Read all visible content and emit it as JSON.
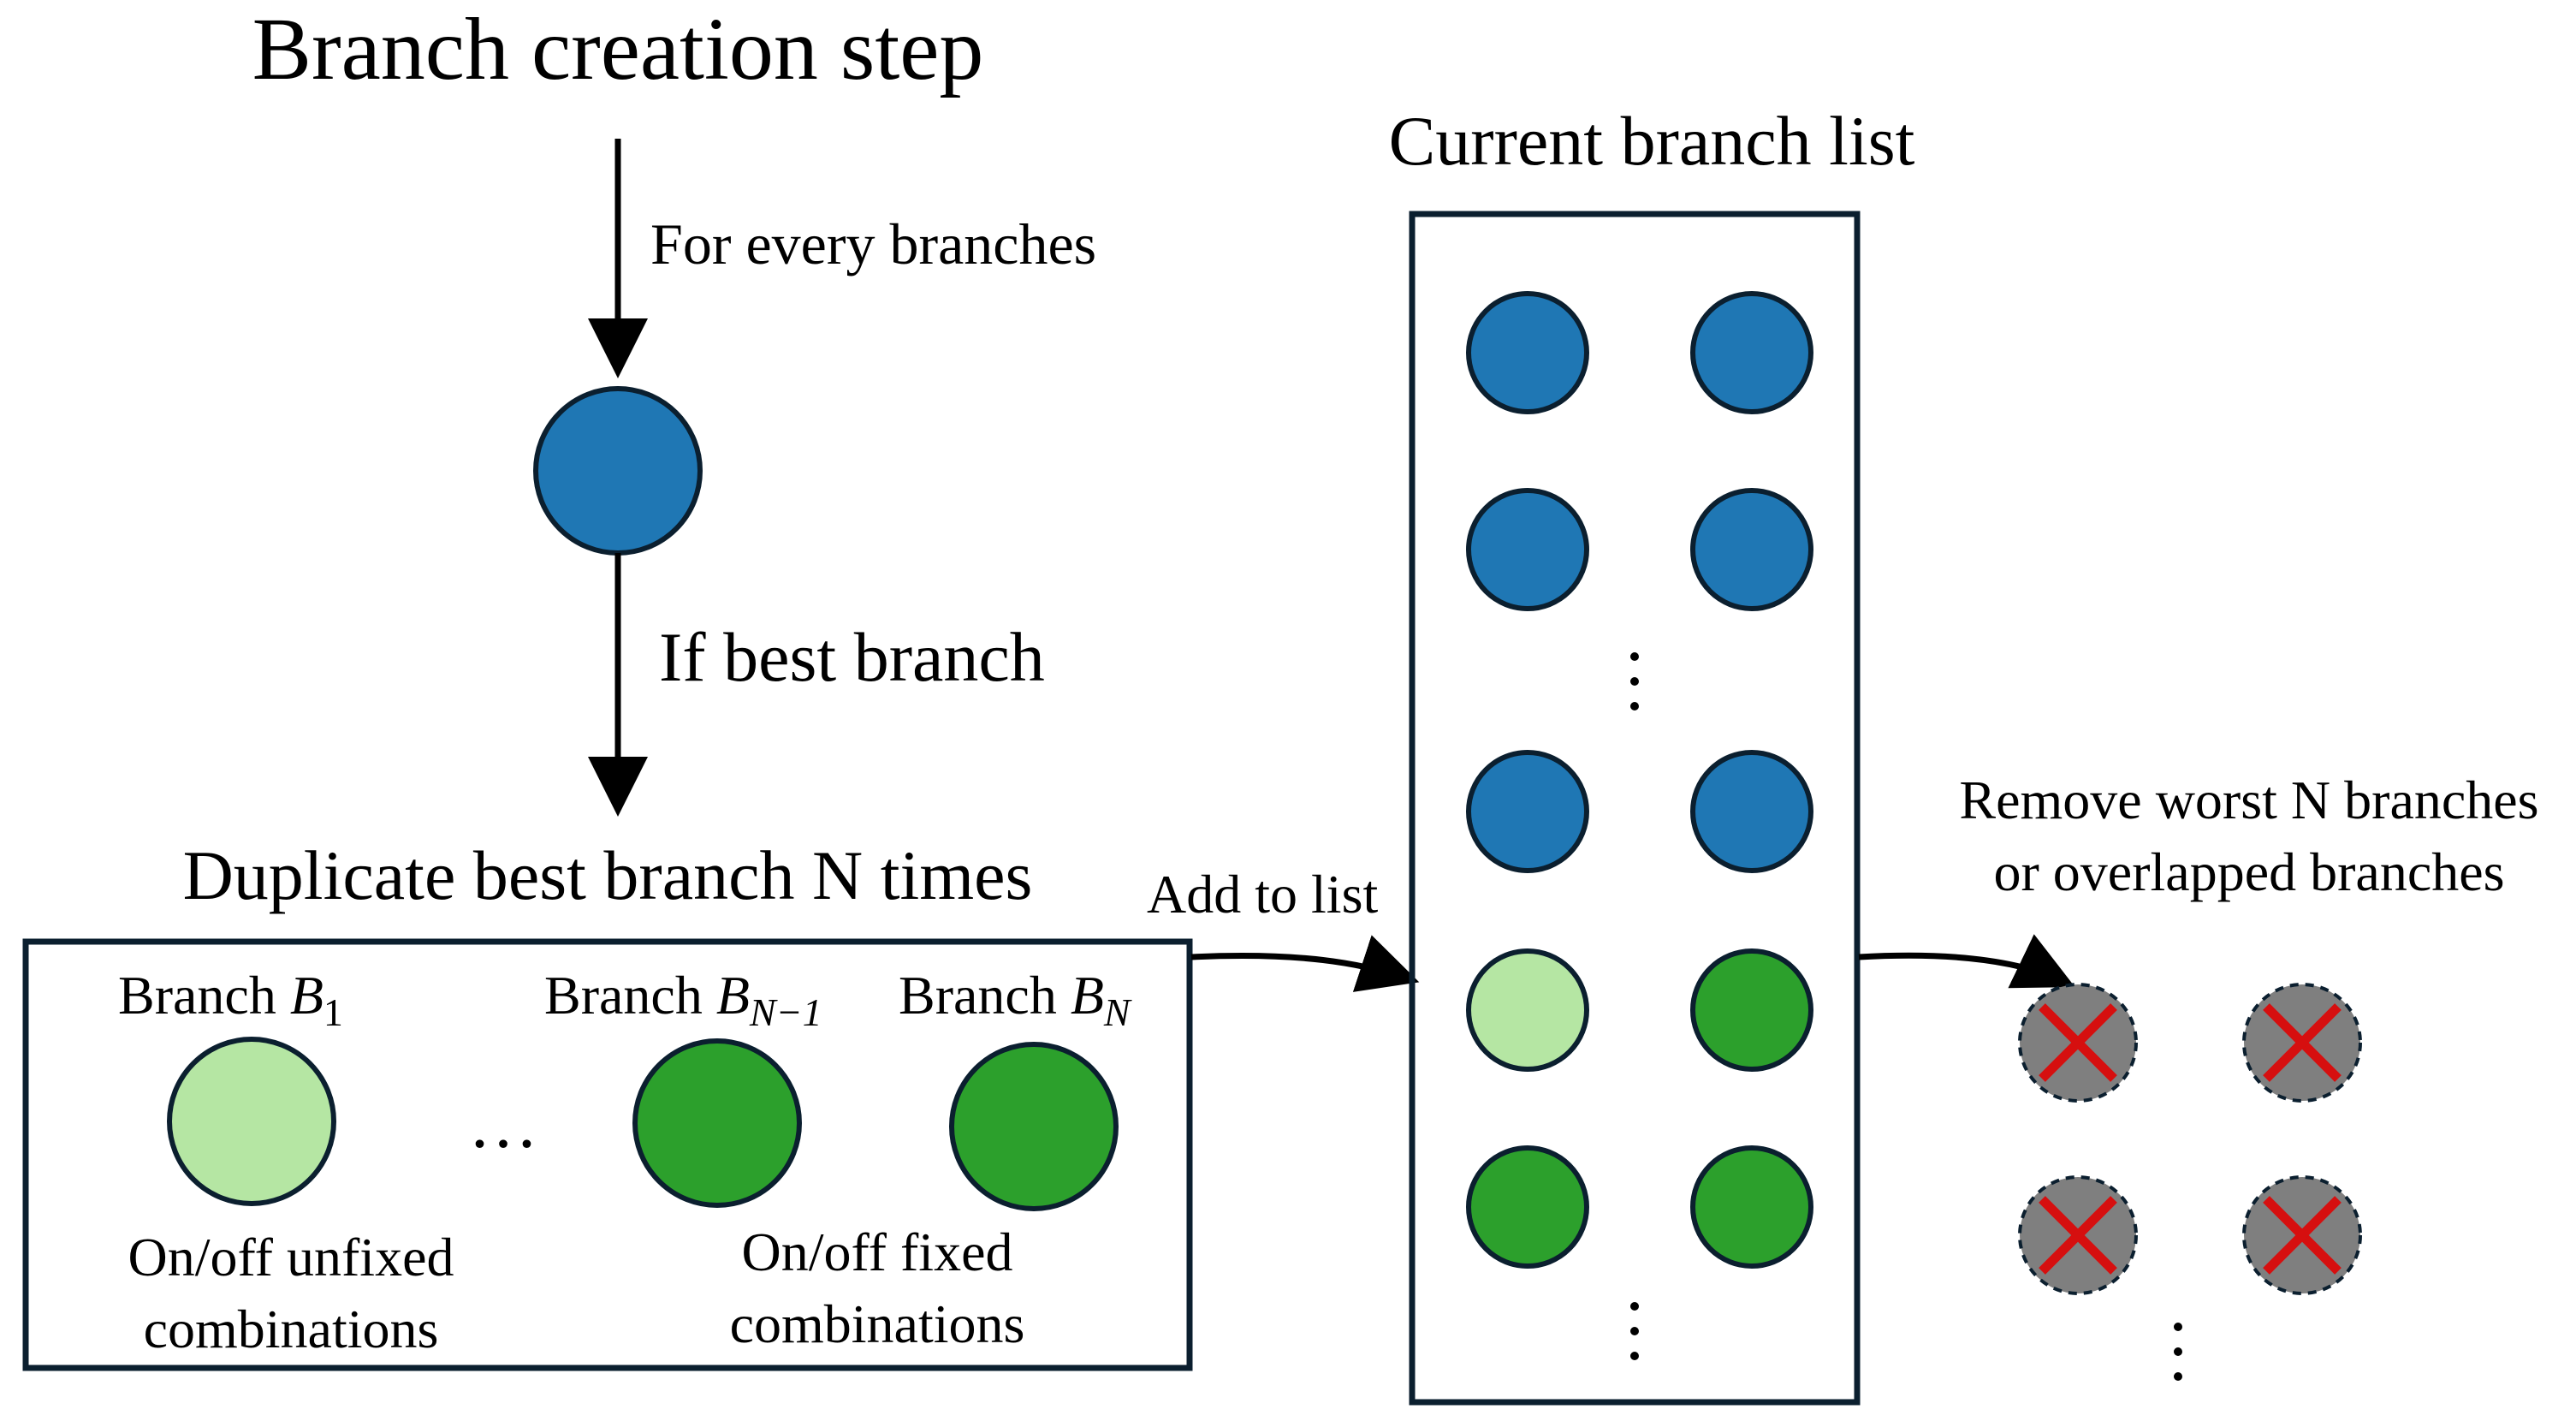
{
  "labels": {
    "title": "Branch creation step",
    "for_every": "For every branches",
    "if_best": "If best branch",
    "duplicate": "Duplicate best branch N times",
    "add_to_list": "Add to list",
    "current_list": "Current branch list",
    "remove_line1": "Remove worst N branches",
    "remove_line2": "or overlapped branches",
    "branch_word": "Branch",
    "b1_var": "B",
    "b1_sub": "1",
    "bn1_var": "B",
    "bn1_sub": "N−1",
    "bn_var": "B",
    "bn_sub": "N",
    "ellipsis": "…",
    "unfixed_line1": "On/off unfixed",
    "unfixed_line2": "combinations",
    "fixed_line1": "On/off fixed",
    "fixed_line2": "combinations"
  },
  "colors": {
    "blue": "#1f77b4",
    "light_green": "#b5e6a3",
    "green": "#2ca02c",
    "gray": "#7f7f7f",
    "cross_red": "#d60f0f"
  },
  "list_nodes": [
    {
      "row": 1,
      "col": 1,
      "color": "blue"
    },
    {
      "row": 1,
      "col": 2,
      "color": "blue"
    },
    {
      "row": 2,
      "col": 1,
      "color": "blue"
    },
    {
      "row": 2,
      "col": 2,
      "color": "blue"
    },
    {
      "row": 3,
      "col": 1,
      "color": "blue"
    },
    {
      "row": 3,
      "col": 2,
      "color": "blue"
    },
    {
      "row": 4,
      "col": 1,
      "color": "light_green"
    },
    {
      "row": 4,
      "col": 2,
      "color": "green"
    },
    {
      "row": 5,
      "col": 1,
      "color": "green"
    },
    {
      "row": 5,
      "col": 2,
      "color": "green"
    }
  ],
  "removed_nodes": [
    {
      "row": 1,
      "col": 1,
      "color": "gray"
    },
    {
      "row": 1,
      "col": 2,
      "color": "gray"
    },
    {
      "row": 2,
      "col": 1,
      "color": "gray"
    },
    {
      "row": 2,
      "col": 2,
      "color": "gray"
    }
  ]
}
